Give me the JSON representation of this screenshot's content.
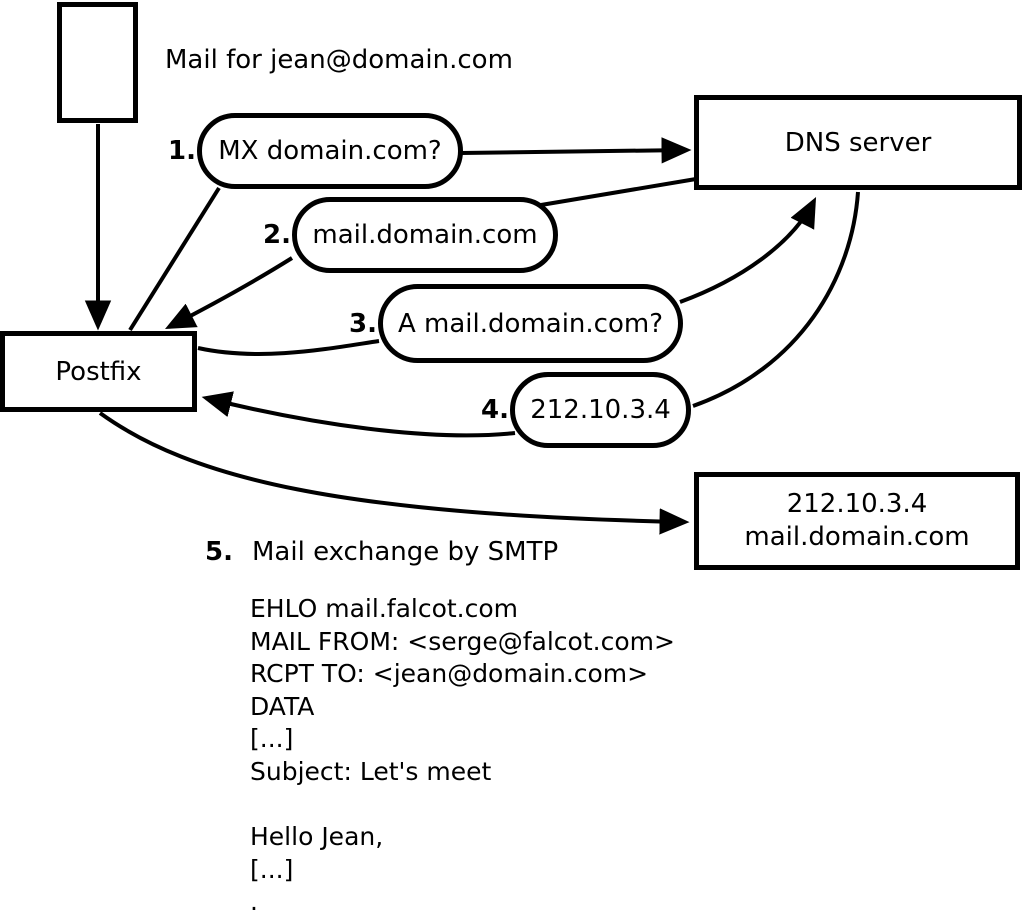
{
  "heading": "Mail for jean@domain.com",
  "colors": {
    "stroke": "#000000",
    "background": "#ffffff",
    "text": "#000000"
  },
  "nodes": {
    "mail_message": {
      "label": ""
    },
    "postfix": {
      "label": "Postfix"
    },
    "dns": {
      "label": "DNS server"
    },
    "destination": {
      "line1": "212.10.3.4",
      "line2": "mail.domain.com"
    }
  },
  "steps": [
    {
      "num": "1.",
      "label": "MX domain.com?"
    },
    {
      "num": "2.",
      "label": "mail.domain.com"
    },
    {
      "num": "3.",
      "label": "A mail.domain.com?"
    },
    {
      "num": "4.",
      "label": "212.10.3.4"
    },
    {
      "num": "5.",
      "label": "Mail exchange by SMTP"
    }
  ],
  "smtp": {
    "lines": [
      "EHLO mail.falcot.com",
      "MAIL FROM: <serge@falcot.com>",
      "RCPT TO: <jean@domain.com>",
      "DATA",
      "[...]",
      "Subject: Let's meet",
      "",
      "Hello Jean,",
      "[...]",
      "."
    ]
  }
}
